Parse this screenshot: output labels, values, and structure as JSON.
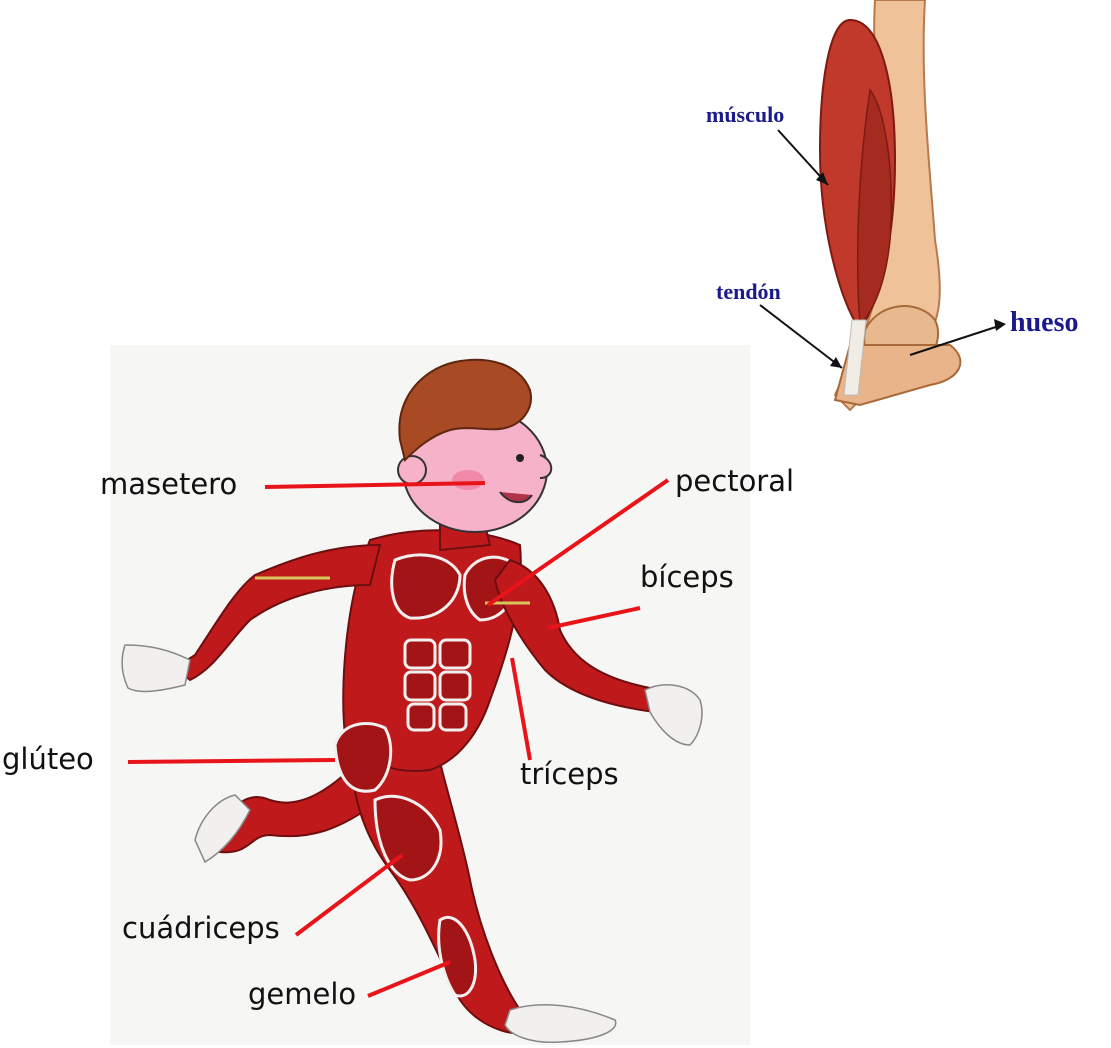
{
  "arm_diagram": {
    "labels": {
      "musculo": "músculo",
      "tendon": "tendón",
      "hueso": "hueso"
    }
  },
  "body_diagram": {
    "labels": {
      "masetero": "masetero",
      "pectoral": "pectoral",
      "biceps": "bíceps",
      "gluteo": "glúteo",
      "triceps": "tríceps",
      "cuadriceps": "cuádriceps",
      "gemelo": "gemelo"
    }
  },
  "colors": {
    "muscle": "#c0191c",
    "muscle_dark": "#8e1013",
    "tendon": "#f2f0ee",
    "skin": "#f5b2c9",
    "hair": "#a84a24",
    "pointer_line": "#e8141a",
    "arm_label": "#1a1a8c"
  }
}
